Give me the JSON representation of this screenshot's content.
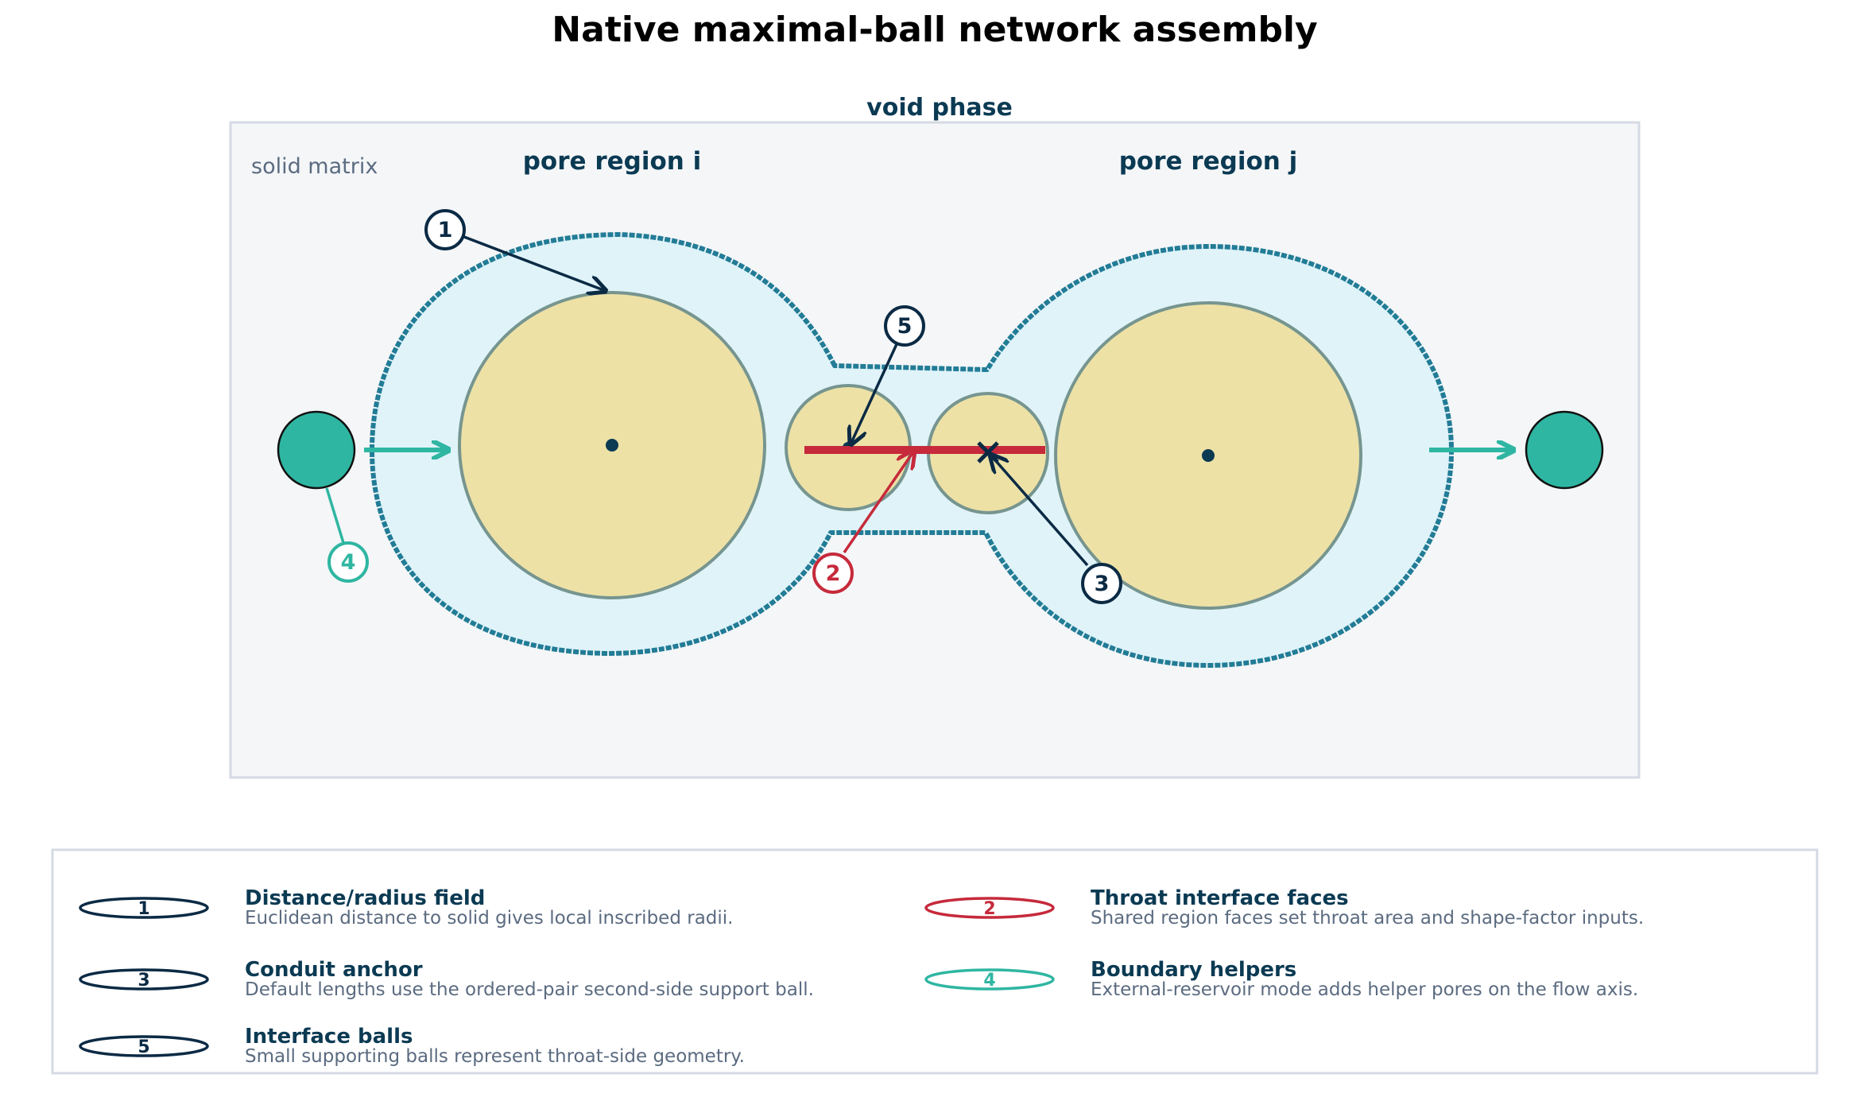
{
  "title": "Native maximal-ball network assembly",
  "phase_label": "void phase",
  "solid_label": "solid matrix",
  "regions": [
    {
      "label": "pore region i"
    },
    {
      "label": "pore region j"
    }
  ],
  "callouts": [
    {
      "num": "1",
      "kind": "dark"
    },
    {
      "num": "2",
      "kind": "red"
    },
    {
      "num": "3",
      "kind": "dark"
    },
    {
      "num": "4",
      "kind": "teal"
    },
    {
      "num": "5",
      "kind": "dark"
    }
  ],
  "legend": [
    {
      "num": "1",
      "kind": "dark",
      "title": "Distance/radius field",
      "desc": "Euclidean distance to solid gives local inscribed radii."
    },
    {
      "num": "2",
      "kind": "red",
      "title": "Throat interface faces",
      "desc": "Shared region faces set throat area and shape-factor inputs."
    },
    {
      "num": "3",
      "kind": "dark",
      "title": "Conduit anchor",
      "desc": "Default lengths use the ordered-pair second-side support ball."
    },
    {
      "num": "4",
      "kind": "teal",
      "title": "Boundary helpers",
      "desc": "External-reservoir mode adds helper pores on the flow axis."
    },
    {
      "num": "5",
      "kind": "dark",
      "title": "Interface balls",
      "desc": "Small supporting balls represent throat-side geometry."
    }
  ],
  "colors": {
    "void_fill": "#dff3f9",
    "void_outline": "#227c96",
    "ball_fill": "#ede1a6",
    "ball_outline": "#77958f",
    "throat": "#c62a3b",
    "boundary": "#2fb6a2",
    "dark": "#0b2a44",
    "frame_fill": "#f4f6f8",
    "frame_border": "#d5dbe3"
  }
}
